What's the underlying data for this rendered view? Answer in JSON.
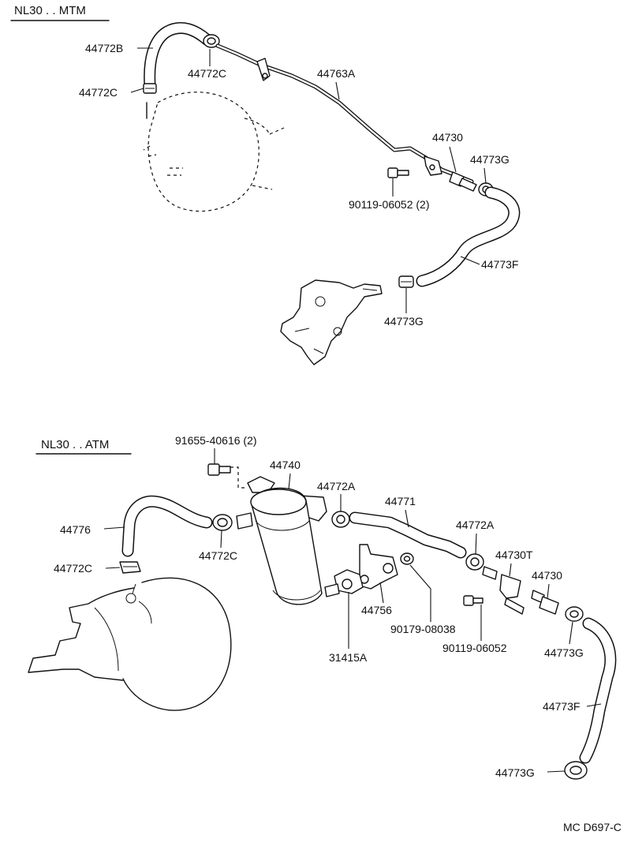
{
  "sections": {
    "mtm_title": "NL30 . . MTM",
    "atm_title": "NL30 . . ATM"
  },
  "mtm_labels": {
    "l1": "44772B",
    "l2": "44772C",
    "l3": "44772C",
    "l4": "44763A",
    "l5": "44730",
    "l6": "44773G",
    "l7": "90119-06052 (2)",
    "l8": "44773F",
    "l9": "44773G"
  },
  "atm_labels": {
    "l1": "91655-40616 (2)",
    "l2": "44740",
    "l3": "44772A",
    "l4": "44771",
    "l5": "44776",
    "l6": "44772C",
    "l7": "44772C",
    "l8": "44772A",
    "l9": "44730T",
    "l10": "44730",
    "l11": "44756",
    "l12": "90179-08038",
    "l13": "90119-06052",
    "l14": "31415A",
    "l15": "44773G",
    "l16": "44773F",
    "l17": "44773G"
  },
  "footer": {
    "code": "MC D697-C"
  }
}
